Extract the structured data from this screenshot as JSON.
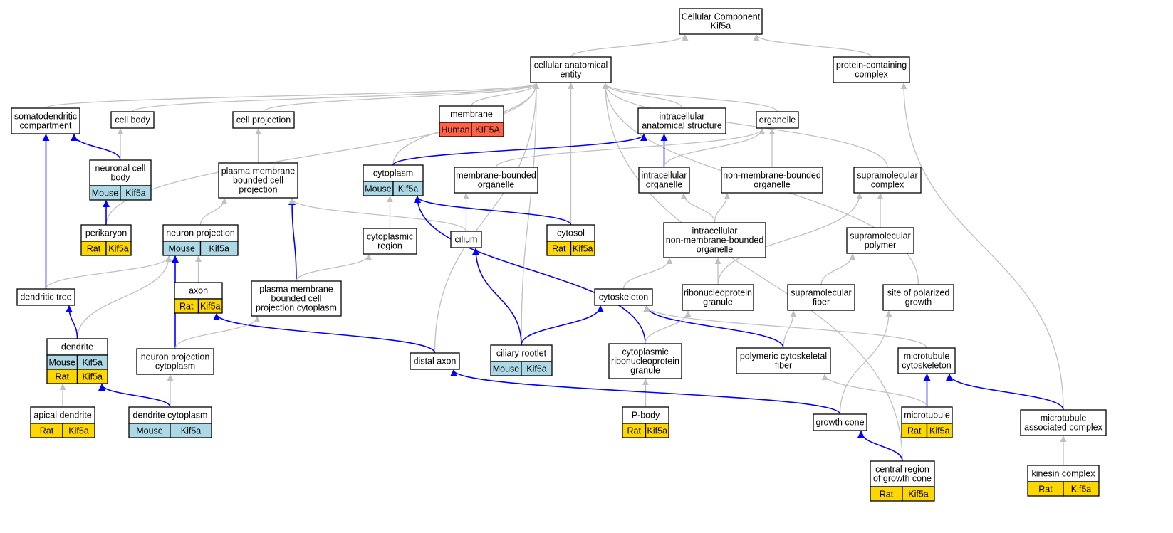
{
  "colors": {
    "Mouse": "#add8e6",
    "Rat": "#ffd700",
    "Human": "#ff6347",
    "gray_edge": "#c0c0c0",
    "blue_edge": "#0000ff"
  },
  "nodes": [
    {
      "id": "cc",
      "lines": [
        "Cellular Component",
        "Kif5a"
      ]
    },
    {
      "id": "cae",
      "lines": [
        "cellular anatomical",
        "entity"
      ]
    },
    {
      "id": "pcc",
      "lines": [
        "protein-containing",
        "complex"
      ]
    },
    {
      "id": "sdc",
      "lines": [
        "somatodendritic",
        "compartment"
      ]
    },
    {
      "id": "cb",
      "lines": [
        "cell body"
      ]
    },
    {
      "id": "cp",
      "lines": [
        "cell projection"
      ]
    },
    {
      "id": "mem",
      "lines": [
        "membrane"
      ],
      "tags": [
        [
          "Human",
          "KIF5A"
        ]
      ]
    },
    {
      "id": "ias",
      "lines": [
        "intracellular",
        "anatomical structure"
      ]
    },
    {
      "id": "org",
      "lines": [
        "organelle"
      ]
    },
    {
      "id": "ncb",
      "lines": [
        "neuronal cell",
        "body"
      ],
      "tags": [
        [
          "Mouse",
          "Kif5a"
        ]
      ]
    },
    {
      "id": "pmbcp",
      "lines": [
        "plasma membrane",
        "bounded cell",
        "projection"
      ]
    },
    {
      "id": "cyt",
      "lines": [
        "cytoplasm"
      ],
      "tags": [
        [
          "Mouse",
          "Kif5a"
        ]
      ]
    },
    {
      "id": "mbo",
      "lines": [
        "membrane-bounded",
        "organelle"
      ]
    },
    {
      "id": "io",
      "lines": [
        "intracellular",
        "organelle"
      ]
    },
    {
      "id": "nmbo",
      "lines": [
        "non-membrane-bounded",
        "organelle"
      ]
    },
    {
      "id": "smc",
      "lines": [
        "supramolecular",
        "complex"
      ]
    },
    {
      "id": "per",
      "lines": [
        "perikaryon"
      ],
      "tags": [
        [
          "Rat",
          "Kif5a"
        ]
      ]
    },
    {
      "id": "np",
      "lines": [
        "neuron projection"
      ],
      "tags": [
        [
          "Mouse",
          "Kif5a"
        ]
      ]
    },
    {
      "id": "cr",
      "lines": [
        "cytoplasmic",
        "region"
      ]
    },
    {
      "id": "cil",
      "lines": [
        "cilium"
      ]
    },
    {
      "id": "cyts",
      "lines": [
        "cytosol"
      ],
      "tags": [
        [
          "Rat",
          "Kif5a"
        ]
      ]
    },
    {
      "id": "inmbo",
      "lines": [
        "intracellular",
        "non-membrane-bounded",
        "organelle"
      ]
    },
    {
      "id": "smp",
      "lines": [
        "supramolecular",
        "polymer"
      ]
    },
    {
      "id": "dt",
      "lines": [
        "dendritic tree"
      ]
    },
    {
      "id": "axon",
      "lines": [
        "axon"
      ],
      "tags": [
        [
          "Rat",
          "Kif5a"
        ]
      ]
    },
    {
      "id": "pmbcpc",
      "lines": [
        "plasma membrane",
        "bounded cell",
        "projection cytoplasm"
      ]
    },
    {
      "id": "csk",
      "lines": [
        "cytoskeleton"
      ]
    },
    {
      "id": "rnp",
      "lines": [
        "ribonucleoprotein",
        "granule"
      ]
    },
    {
      "id": "smf",
      "lines": [
        "supramolecular",
        "fiber"
      ]
    },
    {
      "id": "spg",
      "lines": [
        "site of polarized",
        "growth"
      ]
    },
    {
      "id": "den",
      "lines": [
        "dendrite"
      ],
      "tags": [
        [
          "Mouse",
          "Kif5a"
        ],
        [
          "Rat",
          "Kif5a"
        ]
      ]
    },
    {
      "id": "npc",
      "lines": [
        "neuron projection",
        "cytoplasm"
      ]
    },
    {
      "id": "dax",
      "lines": [
        "distal axon"
      ]
    },
    {
      "id": "crt",
      "lines": [
        "ciliary rootlet"
      ],
      "tags": [
        [
          "Mouse",
          "Kif5a"
        ]
      ]
    },
    {
      "id": "crnp",
      "lines": [
        "cytoplasmic",
        "ribonucleoprotein",
        "granule"
      ]
    },
    {
      "id": "pcf",
      "lines": [
        "polymeric cytoskeletal",
        "fiber"
      ]
    },
    {
      "id": "mtc",
      "lines": [
        "microtubule",
        "cytoskeleton"
      ]
    },
    {
      "id": "apd",
      "lines": [
        "apical dendrite"
      ],
      "tags": [
        [
          "Rat",
          "Kif5a"
        ]
      ]
    },
    {
      "id": "dcy",
      "lines": [
        "dendrite cytoplasm"
      ],
      "tags": [
        [
          "Mouse",
          "Kif5a"
        ]
      ]
    },
    {
      "id": "pb",
      "lines": [
        "P-body"
      ],
      "tags": [
        [
          "Rat",
          "Kif5a"
        ]
      ]
    },
    {
      "id": "gc",
      "lines": [
        "growth cone"
      ]
    },
    {
      "id": "mt",
      "lines": [
        "microtubule"
      ],
      "tags": [
        [
          "Rat",
          "Kif5a"
        ]
      ]
    },
    {
      "id": "mac",
      "lines": [
        "microtubule",
        "associated complex"
      ]
    },
    {
      "id": "crgc",
      "lines": [
        "central region",
        "of growth cone"
      ],
      "tags": [
        [
          "Rat",
          "Kif5a"
        ]
      ]
    },
    {
      "id": "kc",
      "lines": [
        "kinesin complex"
      ],
      "tags": [
        [
          "Rat",
          "Kif5a"
        ]
      ]
    }
  ],
  "edges": [
    [
      "cae",
      "cc",
      "gray"
    ],
    [
      "pcc",
      "cc",
      "gray"
    ],
    [
      "sdc",
      "cae",
      "gray"
    ],
    [
      "cb",
      "cae",
      "gray"
    ],
    [
      "cp",
      "cae",
      "gray"
    ],
    [
      "mem",
      "cae",
      "gray"
    ],
    [
      "ias",
      "cae",
      "gray"
    ],
    [
      "org",
      "cae",
      "gray"
    ],
    [
      "smc",
      "cae",
      "gray"
    ],
    [
      "spg",
      "cae",
      "gray"
    ],
    [
      "crgc",
      "cae",
      "gray"
    ],
    [
      "per",
      "cae",
      "gray"
    ],
    [
      "cyt",
      "cae",
      "gray"
    ],
    [
      "cyts",
      "cae",
      "gray"
    ],
    [
      "crt",
      "cae",
      "gray"
    ],
    [
      "dax",
      "cae",
      "gray"
    ],
    [
      "mac",
      "pcc",
      "gray"
    ],
    [
      "ncb",
      "sdc",
      "blue"
    ],
    [
      "ncb",
      "cb",
      "gray"
    ],
    [
      "per",
      "ncb",
      "blue"
    ],
    [
      "dt",
      "sdc",
      "blue"
    ],
    [
      "cyt",
      "ias",
      "blue"
    ],
    [
      "io",
      "ias",
      "blue"
    ],
    [
      "io",
      "org",
      "gray"
    ],
    [
      "mbo",
      "org",
      "gray"
    ],
    [
      "nmbo",
      "org",
      "gray"
    ],
    [
      "pmbcp",
      "cp",
      "gray"
    ],
    [
      "np",
      "pmbcp",
      "gray"
    ],
    [
      "pmbcpc",
      "pmbcp",
      "blue"
    ],
    [
      "cil",
      "pmbcp",
      "gray"
    ],
    [
      "cr",
      "cyt",
      "gray"
    ],
    [
      "cyts",
      "cyt",
      "blue"
    ],
    [
      "crnp",
      "cyt",
      "blue"
    ],
    [
      "cil",
      "mbo",
      "gray"
    ],
    [
      "inmbo",
      "io",
      "gray"
    ],
    [
      "inmbo",
      "nmbo",
      "gray"
    ],
    [
      "smp",
      "smc",
      "gray"
    ],
    [
      "rnp",
      "smc",
      "gray"
    ],
    [
      "rnp",
      "inmbo",
      "gray"
    ],
    [
      "csk",
      "inmbo",
      "gray"
    ],
    [
      "smf",
      "smp",
      "gray"
    ],
    [
      "dt",
      "np",
      "gray"
    ],
    [
      "den",
      "np",
      "gray"
    ],
    [
      "npc",
      "np",
      "blue"
    ],
    [
      "axon",
      "np",
      "gray"
    ],
    [
      "den",
      "dt",
      "blue"
    ],
    [
      "dax",
      "axon",
      "blue"
    ],
    [
      "pmbcpc",
      "cr",
      "gray"
    ],
    [
      "npc",
      "pmbcpc",
      "gray"
    ],
    [
      "crt",
      "cil",
      "blue"
    ],
    [
      "crt",
      "csk",
      "blue"
    ],
    [
      "pcf",
      "csk",
      "blue"
    ],
    [
      "mtc",
      "csk",
      "gray"
    ],
    [
      "crnp",
      "rnp",
      "gray"
    ],
    [
      "pcf",
      "smf",
      "gray"
    ],
    [
      "gc",
      "spg",
      "gray"
    ],
    [
      "apd",
      "den",
      "gray"
    ],
    [
      "dcy",
      "den",
      "blue"
    ],
    [
      "dcy",
      "npc",
      "gray"
    ],
    [
      "pb",
      "crnp",
      "gray"
    ],
    [
      "gc",
      "dax",
      "blue"
    ],
    [
      "mt",
      "mtc",
      "blue"
    ],
    [
      "mac",
      "mtc",
      "blue"
    ],
    [
      "mt",
      "pcf",
      "gray"
    ],
    [
      "crgc",
      "gc",
      "blue"
    ],
    [
      "kc",
      "mac",
      "gray"
    ]
  ]
}
